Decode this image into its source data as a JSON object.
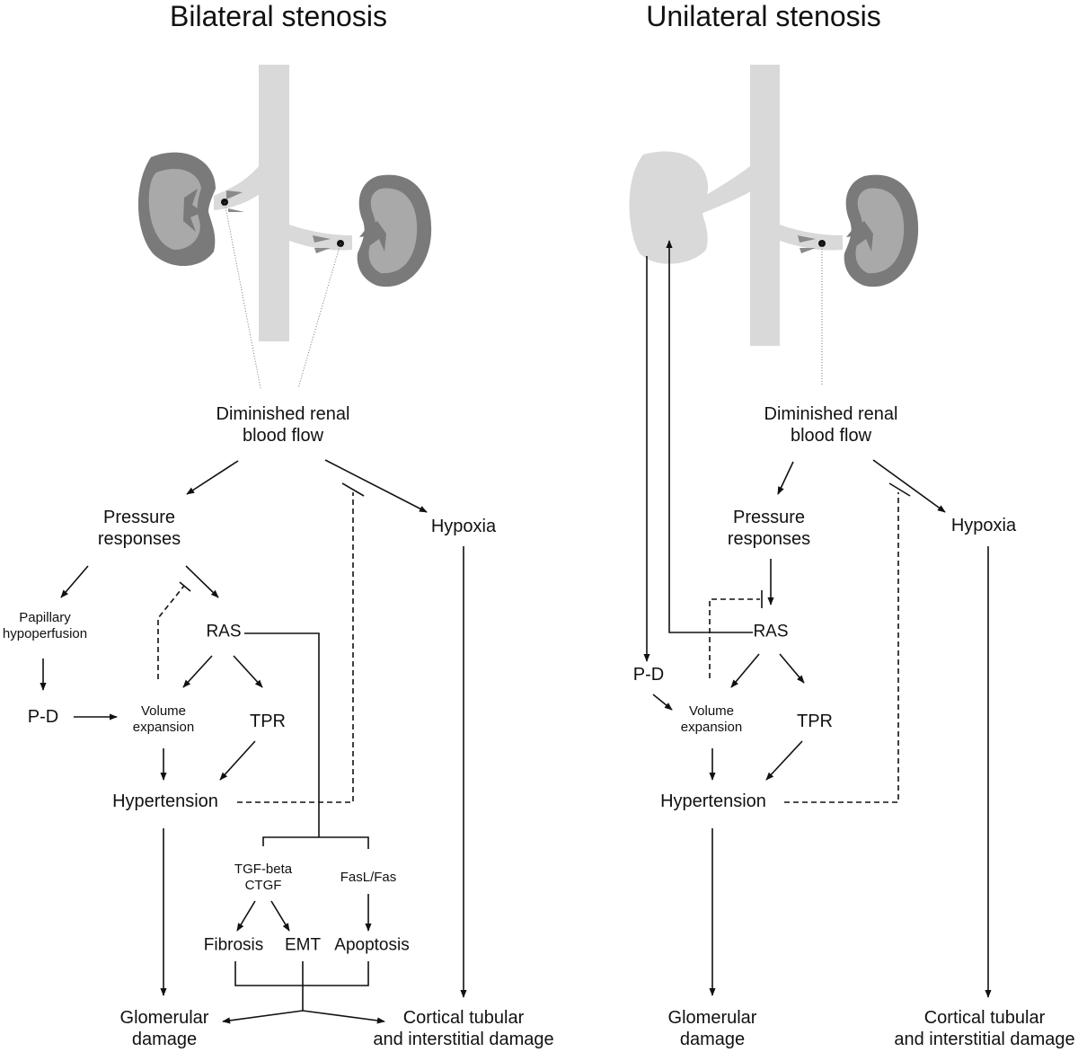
{
  "titles": {
    "bilateral": "Bilateral stenosis",
    "unilateral": "Unilateral stenosis"
  },
  "left": {
    "diminished_flow": "Diminished renal\nblood flow",
    "pressure_responses": "Pressure\nresponses",
    "hypoxia": "Hypoxia",
    "papillary": "Papillary\nhypoperfusion",
    "ras": "RAS",
    "pd": "P-D",
    "volume_expansion": "Volume\nexpansion",
    "tpr": "TPR",
    "hypertension": "Hypertension",
    "tgf": "TGF-beta\nCTGF",
    "fasl": "FasL/Fas",
    "fibrosis": "Fibrosis",
    "emt": "EMT",
    "apoptosis": "Apoptosis",
    "glomerular": "Glomerular\ndamage",
    "cortical": "Cortical tubular\nand interstitial damage"
  },
  "right": {
    "diminished_flow": "Diminished renal\nblood flow",
    "pressure_responses": "Pressure\nresponses",
    "hypoxia": "Hypoxia",
    "ras": "RAS",
    "pd": "P-D",
    "volume_expansion": "Volume\nexpansion",
    "tpr": "TPR",
    "hypertension": "Hypertension",
    "glomerular": "Glomerular\ndamage",
    "cortical": "Cortical tubular\nand interstitial damage"
  },
  "colors": {
    "kidney_outer": "#7a7a7a",
    "kidney_inner": "#a9a9a9",
    "vessel": "#d9d9d9",
    "stenosis": "#8a8a8a",
    "line": "#111111"
  }
}
